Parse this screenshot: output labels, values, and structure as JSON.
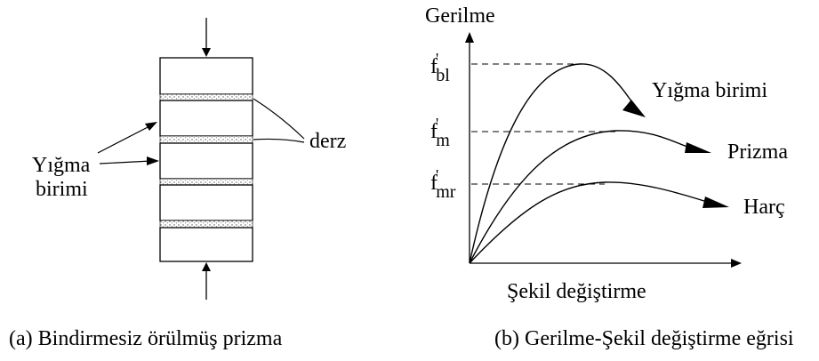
{
  "left_panel": {
    "unit_label_line1": "Yığma",
    "unit_label_line2": "birimi",
    "joint_label": "derz",
    "caption": "(a) Bindirmesiz örülmüş prizma"
  },
  "right_panel": {
    "y_axis_label": "Gerilme",
    "x_axis_label": "Şekil değiştirme",
    "caption": "(b) Gerilme-Şekil değiştirme eğrisi",
    "level_labels": [
      {
        "base": "f",
        "prime": "'",
        "sub": "bl"
      },
      {
        "base": "f",
        "prime": "'",
        "sub": "m"
      },
      {
        "base": "f",
        "prime": "'",
        "sub": "mr"
      }
    ],
    "curve_labels": [
      "Yığma birimi",
      "Prizma",
      "Harç"
    ]
  }
}
